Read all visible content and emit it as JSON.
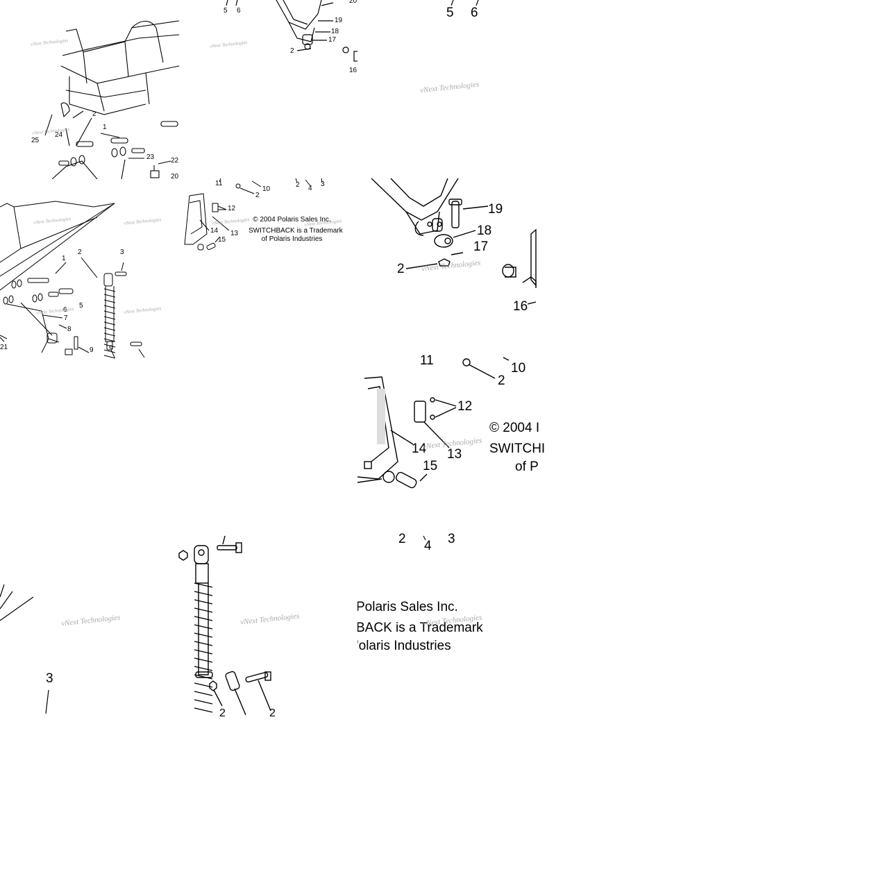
{
  "copyright": {
    "line1": "© 2004 Polaris Sales Inc.",
    "line2": "SWITCHBACK is a Trademark",
    "line3": "of Polaris Industries"
  },
  "copyright_crop": {
    "line1": "© 2004 I",
    "line2": "SWITCHI",
    "line3": "of P"
  },
  "copyright_crop_left": {
    "line1": "Polaris Sales Inc.",
    "line2": "BACK is a Trademark",
    "line3": "'olaris Industries"
  },
  "watermark": "vNext Technologies",
  "labels": {
    "t1": [
      "5",
      "6",
      "20",
      "19",
      "18",
      "17",
      "2",
      "16"
    ],
    "t2": [
      "5",
      "6"
    ],
    "t3": [
      "25",
      "24",
      "2",
      "1",
      "23",
      "22",
      "20"
    ],
    "t4": [
      "11",
      "10",
      "2",
      "2",
      "4",
      "3",
      "12",
      "13",
      "14",
      "15"
    ],
    "t5": [
      "19",
      "18",
      "17",
      "2",
      "16"
    ],
    "t6": [
      "2",
      "1",
      "3",
      "6",
      "5",
      "7",
      "8",
      "9",
      "21"
    ],
    "t7": [
      "11",
      "10",
      "2",
      "12",
      "13",
      "14",
      "15"
    ],
    "t8": [
      "2",
      "4",
      "3"
    ],
    "t9": [
      "3"
    ],
    "t10": [
      "2",
      "2"
    ]
  }
}
